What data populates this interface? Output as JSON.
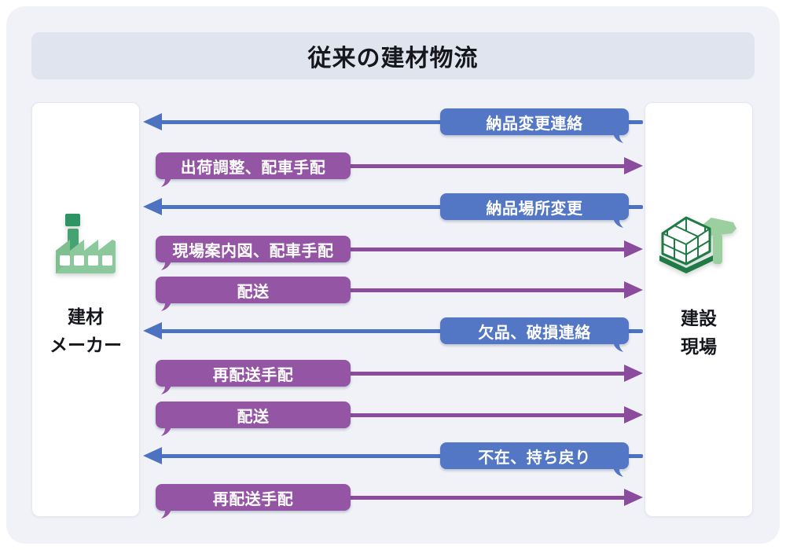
{
  "title": "従来の建材物流",
  "left_node": {
    "name": "建材メーカー",
    "icon": "factory-icon",
    "label_lines": [
      "建材",
      "メーカー"
    ]
  },
  "right_node": {
    "name": "建設現場",
    "icon": "construction-site-icon",
    "label_lines": [
      "建設",
      "現場"
    ]
  },
  "flows": [
    {
      "label": "納品変更連絡",
      "direction": "to-left",
      "from": "建設現場",
      "to": "建材メーカー",
      "color": "#5377c4"
    },
    {
      "label": "出荷調整、配車手配",
      "direction": "to-right",
      "from": "建材メーカー",
      "to": "建設現場",
      "color": "#9455a4"
    },
    {
      "label": "納品場所変更",
      "direction": "to-left",
      "from": "建設現場",
      "to": "建材メーカー",
      "color": "#5377c4"
    },
    {
      "label": "現場案内図、配車手配",
      "direction": "to-right",
      "from": "建材メーカー",
      "to": "建設現場",
      "color": "#9455a4"
    },
    {
      "label": "配送",
      "direction": "to-right",
      "from": "建材メーカー",
      "to": "建設現場",
      "color": "#9455a4"
    },
    {
      "label": "欠品、破損連絡",
      "direction": "to-left",
      "from": "建設現場",
      "to": "建材メーカー",
      "color": "#5377c4"
    },
    {
      "label": "再配送手配",
      "direction": "to-right",
      "from": "建材メーカー",
      "to": "建設現場",
      "color": "#9455a4"
    },
    {
      "label": "配送",
      "direction": "to-right",
      "from": "建材メーカー",
      "to": "建設現場",
      "color": "#9455a4"
    },
    {
      "label": "不在、持ち戻り",
      "direction": "to-left",
      "from": "建設現場",
      "to": "建材メーカー",
      "color": "#5377c4"
    },
    {
      "label": "再配送手配",
      "direction": "to-right",
      "from": "建材メーカー",
      "to": "建設現場",
      "color": "#9455a4"
    }
  ],
  "colors": {
    "page_background": "#ffffff",
    "panel_background": "#f0f2f7",
    "header_background": "#e0e4ee",
    "node_background": "#ffffff",
    "blue_flow": "#5377c4",
    "purple_flow": "#9455a4",
    "icon_green_light": "#8bc89b",
    "icon_green_dark": "#2e9463",
    "text": "#15171c"
  }
}
